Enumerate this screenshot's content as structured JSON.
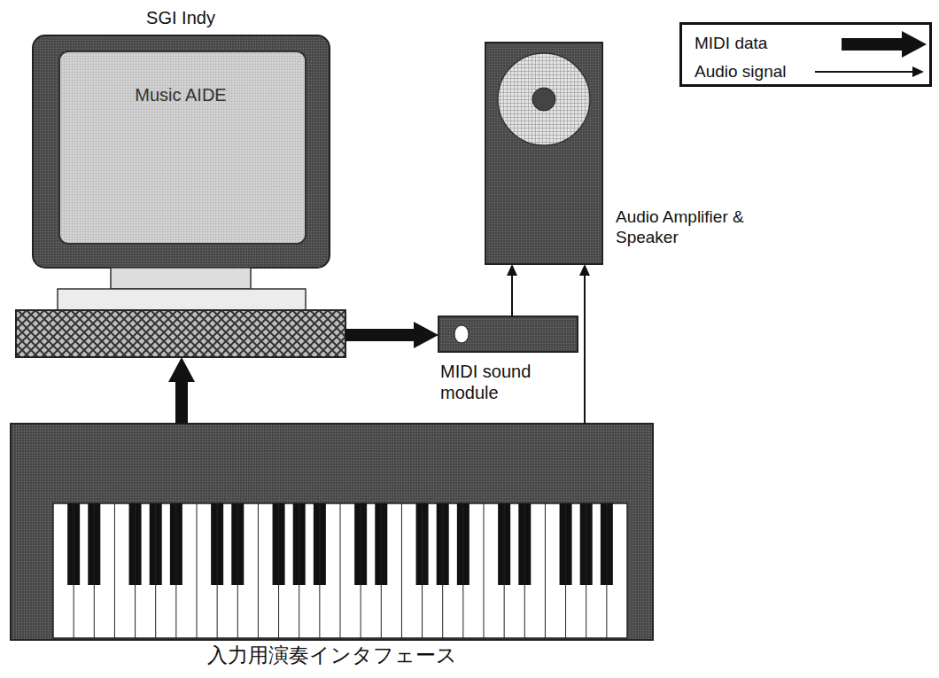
{
  "diagram": {
    "nodes": [
      {
        "text": [
          "SGI Indy",
          "Music AIDE"
        ]
      },
      {
        "text": [
          "Audio Amplifier & Speaker"
        ]
      },
      {
        "text": [
          "MIDI sound module"
        ]
      },
      {
        "text": [
          "入力用演奏インタフェース"
        ]
      }
    ],
    "edges": [
      {
        "from": 3,
        "to": 0,
        "arrow": "to"
      },
      {
        "from": 0,
        "to": 2,
        "arrow": "to"
      },
      {
        "from": 2,
        "to": 1,
        "arrow": "to"
      },
      {
        "from": 3,
        "to": 1,
        "arrow": "to"
      }
    ],
    "legend": [
      {
        "text": "MIDI data"
      },
      {
        "text": "Audio signal"
      }
    ]
  }
}
